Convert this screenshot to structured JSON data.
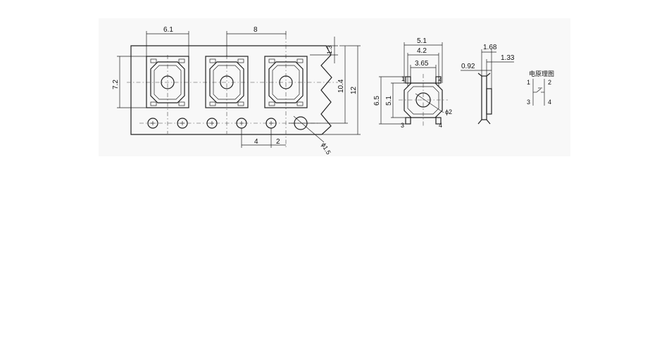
{
  "tape": {
    "dim_pitch_body": "6.1",
    "dim_pitch": "8",
    "dim_height_72": "7.2",
    "dim_13": "1.3",
    "dim_104": "10.4",
    "dim_12": "12",
    "dim_4": "4",
    "dim_2": "2",
    "dim_hole": "ϕ1.5"
  },
  "top_view": {
    "dim_51_top": "5.1",
    "dim_42": "4.2",
    "dim_365": "3.65",
    "dim_65": "6.5",
    "dim_51_side": "5.1",
    "dim_phi2": "ϕ2",
    "pins": [
      "1",
      "2",
      "3",
      "4"
    ]
  },
  "side_view": {
    "dim_168": "1.68",
    "dim_133": "1.33",
    "dim_092": "0.92"
  },
  "schematic": {
    "title": "电原理图",
    "pins": [
      "1",
      "2",
      "3",
      "4"
    ]
  }
}
